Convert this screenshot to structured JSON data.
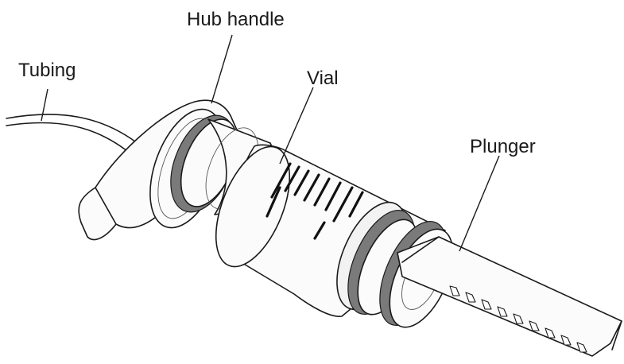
{
  "labels": {
    "tubing": "Tubing",
    "hub_handle": "Hub handle",
    "vial": "Vial",
    "plunger": "Plunger"
  },
  "colors": {
    "outline": "#1a1a1a",
    "ring": "#7a7a7a",
    "body": "#fbfbfb"
  }
}
